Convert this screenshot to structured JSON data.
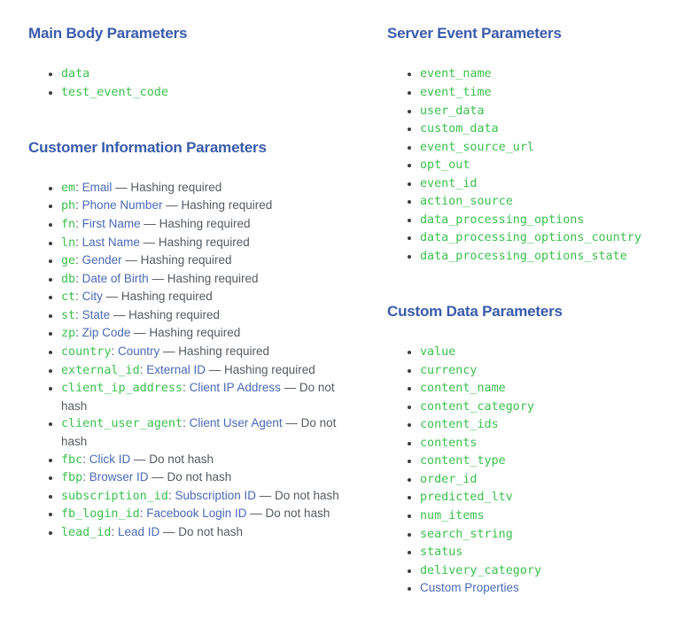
{
  "list_separator": ":",
  "colors": {
    "heading": "#3a5bab",
    "link": "#4a69b4",
    "code_green": "#3cc04e",
    "note_text": "#565a62",
    "background": "#ffffff"
  },
  "sections": [
    {
      "title": "Main Body Parameters",
      "column": "left",
      "items": [
        {
          "code": "data"
        },
        {
          "code": "test_event_code"
        }
      ]
    },
    {
      "title": "Customer Information Parameters",
      "column": "left",
      "items": [
        {
          "code": "em",
          "link": "Email",
          "note": "— Hashing required"
        },
        {
          "code": "ph",
          "link": "Phone Number",
          "note": "— Hashing required"
        },
        {
          "code": "fn",
          "link": "First Name",
          "note": "— Hashing required"
        },
        {
          "code": "ln",
          "link": "Last Name",
          "note": "— Hashing required"
        },
        {
          "code": "ge",
          "link": "Gender",
          "note": "— Hashing required"
        },
        {
          "code": "db",
          "link": "Date of Birth",
          "note": "— Hashing required"
        },
        {
          "code": "ct",
          "link": "City",
          "note": "— Hashing required"
        },
        {
          "code": "st",
          "link": "State",
          "note": "— Hashing required"
        },
        {
          "code": "zp",
          "link": "Zip Code",
          "note": "— Hashing required"
        },
        {
          "code": "country",
          "link": "Country",
          "note": "— Hashing required"
        },
        {
          "code": "external_id",
          "link": "External ID",
          "note": "— Hashing required"
        },
        {
          "code": "client_ip_address",
          "link": "Client IP Address",
          "note": "— Do not hash"
        },
        {
          "code": "client_user_agent",
          "link": "Client User Agent",
          "note": "— Do not hash"
        },
        {
          "code": "fbc",
          "link": "Click ID",
          "note": "— Do not hash"
        },
        {
          "code": "fbp",
          "link": "Browser ID",
          "note": "— Do not hash"
        },
        {
          "code": "subscription_id",
          "link": "Subscription ID",
          "note": "— Do not hash"
        },
        {
          "code": "fb_login_id",
          "link": "Facebook Login ID",
          "note": "— Do not hash"
        },
        {
          "code": "lead_id",
          "link": "Lead ID",
          "note": "— Do not hash"
        }
      ]
    },
    {
      "title": "Server Event Parameters",
      "column": "right",
      "items": [
        {
          "code": "event_name"
        },
        {
          "code": "event_time"
        },
        {
          "code": "user_data"
        },
        {
          "code": "custom_data"
        },
        {
          "code": "event_source_url"
        },
        {
          "code": "opt_out"
        },
        {
          "code": "event_id"
        },
        {
          "code": "action_source"
        },
        {
          "code": "data_processing_options"
        },
        {
          "code": "data_processing_options_country"
        },
        {
          "code": "data_processing_options_state"
        }
      ]
    },
    {
      "title": "Custom Data Parameters",
      "column": "right",
      "items": [
        {
          "code": "value"
        },
        {
          "code": "currency"
        },
        {
          "code": "content_name"
        },
        {
          "code": "content_category"
        },
        {
          "code": "content_ids"
        },
        {
          "code": "contents"
        },
        {
          "code": "content_type"
        },
        {
          "code": "order_id"
        },
        {
          "code": "predicted_ltv"
        },
        {
          "code": "num_items"
        },
        {
          "code": "search_string"
        },
        {
          "code": "status"
        },
        {
          "code": "delivery_category"
        },
        {
          "link": "Custom Properties"
        }
      ]
    }
  ]
}
